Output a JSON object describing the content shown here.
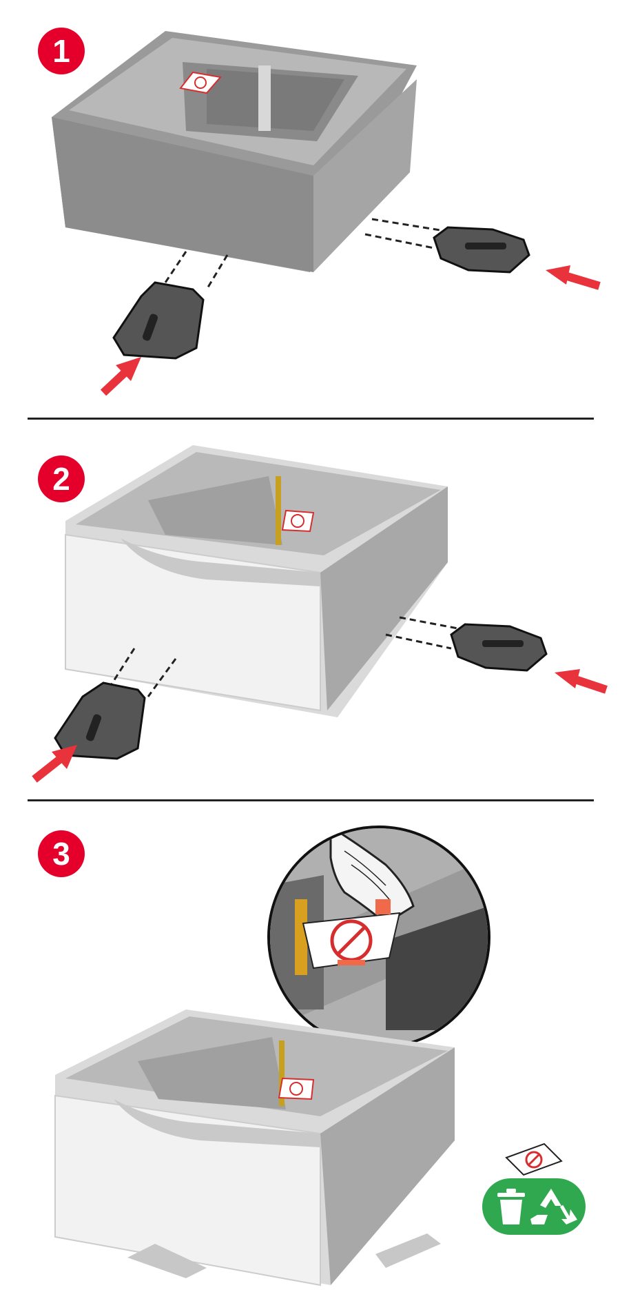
{
  "steps": [
    {
      "number": "1",
      "panel": "gray-tray-with-feet"
    },
    {
      "number": "2",
      "panel": "white-drawer-tray-with-feet"
    },
    {
      "number": "3",
      "panel": "remove-sticker-and-recycle"
    }
  ],
  "colors": {
    "badge": "#e4002b",
    "arrow": "#e8323c",
    "recycle_green": "#2fa84f",
    "divider": "#222222",
    "foot": "#555555"
  },
  "icons": {
    "trash": "trash-icon",
    "recycle": "recycle-icon"
  }
}
